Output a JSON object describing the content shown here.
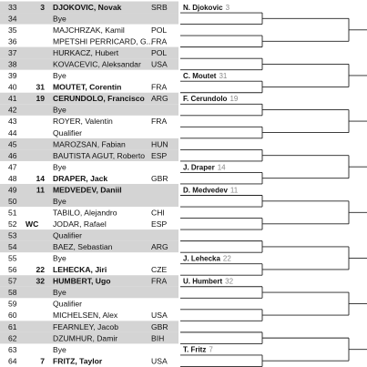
{
  "draw": {
    "rows": [
      {
        "num": "33",
        "seed": "3",
        "entry": "",
        "name": "DJOKOVIC, Novak",
        "country": "SRB",
        "bold": true,
        "shaded": true
      },
      {
        "num": "34",
        "seed": "",
        "entry": "",
        "name": "Bye",
        "country": "",
        "bold": false,
        "shaded": true
      },
      {
        "num": "35",
        "seed": "",
        "entry": "",
        "name": "MAJCHRZAK, Kamil",
        "country": "POL",
        "bold": false,
        "shaded": false
      },
      {
        "num": "36",
        "seed": "",
        "entry": "",
        "name": "MPETSHI PERRICARD, G...",
        "country": "FRA",
        "bold": false,
        "shaded": false
      },
      {
        "num": "37",
        "seed": "",
        "entry": "",
        "name": "HURKACZ, Hubert",
        "country": "POL",
        "bold": false,
        "shaded": true
      },
      {
        "num": "38",
        "seed": "",
        "entry": "",
        "name": "KOVACEVIC, Aleksandar",
        "country": "USA",
        "bold": false,
        "shaded": true
      },
      {
        "num": "39",
        "seed": "",
        "entry": "",
        "name": "Bye",
        "country": "",
        "bold": false,
        "shaded": false
      },
      {
        "num": "40",
        "seed": "31",
        "entry": "",
        "name": "MOUTET, Corentin",
        "country": "FRA",
        "bold": true,
        "shaded": false
      },
      {
        "num": "41",
        "seed": "19",
        "entry": "",
        "name": "CERUNDOLO, Francisco",
        "country": "ARG",
        "bold": true,
        "shaded": true
      },
      {
        "num": "42",
        "seed": "",
        "entry": "",
        "name": "Bye",
        "country": "",
        "bold": false,
        "shaded": true
      },
      {
        "num": "43",
        "seed": "",
        "entry": "",
        "name": "ROYER, Valentin",
        "country": "FRA",
        "bold": false,
        "shaded": false
      },
      {
        "num": "44",
        "seed": "",
        "entry": "",
        "name": "Qualifier",
        "country": "",
        "bold": false,
        "shaded": false
      },
      {
        "num": "45",
        "seed": "",
        "entry": "",
        "name": "MAROZSAN, Fabian",
        "country": "HUN",
        "bold": false,
        "shaded": true
      },
      {
        "num": "46",
        "seed": "",
        "entry": "",
        "name": "BAUTISTA AGUT, Roberto",
        "country": "ESP",
        "bold": false,
        "shaded": true
      },
      {
        "num": "47",
        "seed": "",
        "entry": "",
        "name": "Bye",
        "country": "",
        "bold": false,
        "shaded": false
      },
      {
        "num": "48",
        "seed": "14",
        "entry": "",
        "name": "DRAPER, Jack",
        "country": "GBR",
        "bold": true,
        "shaded": false
      },
      {
        "num": "49",
        "seed": "11",
        "entry": "",
        "name": "MEDVEDEV, Daniil",
        "country": "",
        "bold": true,
        "shaded": true
      },
      {
        "num": "50",
        "seed": "",
        "entry": "",
        "name": "Bye",
        "country": "",
        "bold": false,
        "shaded": true
      },
      {
        "num": "51",
        "seed": "",
        "entry": "",
        "name": "TABILO, Alejandro",
        "country": "CHI",
        "bold": false,
        "shaded": false
      },
      {
        "num": "52",
        "seed": "",
        "entry": "WC",
        "name": "JODAR, Rafael",
        "country": "ESP",
        "bold": false,
        "shaded": false
      },
      {
        "num": "53",
        "seed": "",
        "entry": "",
        "name": "Qualifier",
        "country": "",
        "bold": false,
        "shaded": true
      },
      {
        "num": "54",
        "seed": "",
        "entry": "",
        "name": "BAEZ, Sebastian",
        "country": "ARG",
        "bold": false,
        "shaded": true
      },
      {
        "num": "55",
        "seed": "",
        "entry": "",
        "name": "Bye",
        "country": "",
        "bold": false,
        "shaded": false
      },
      {
        "num": "56",
        "seed": "22",
        "entry": "",
        "name": "LEHECKA, Jiri",
        "country": "CZE",
        "bold": true,
        "shaded": false
      },
      {
        "num": "57",
        "seed": "32",
        "entry": "",
        "name": "HUMBERT, Ugo",
        "country": "FRA",
        "bold": true,
        "shaded": true
      },
      {
        "num": "58",
        "seed": "",
        "entry": "",
        "name": "Bye",
        "country": "",
        "bold": false,
        "shaded": true
      },
      {
        "num": "59",
        "seed": "",
        "entry": "",
        "name": "Qualifier",
        "country": "",
        "bold": false,
        "shaded": false
      },
      {
        "num": "60",
        "seed": "",
        "entry": "",
        "name": "MICHELSEN, Alex",
        "country": "USA",
        "bold": false,
        "shaded": false
      },
      {
        "num": "61",
        "seed": "",
        "entry": "",
        "name": "FEARNLEY, Jacob",
        "country": "GBR",
        "bold": false,
        "shaded": true
      },
      {
        "num": "62",
        "seed": "",
        "entry": "",
        "name": "DZUMHUR, Damir",
        "country": "BIH",
        "bold": false,
        "shaded": true
      },
      {
        "num": "63",
        "seed": "",
        "entry": "",
        "name": "Bye",
        "country": "",
        "bold": false,
        "shaded": false
      },
      {
        "num": "64",
        "seed": "7",
        "entry": "",
        "name": "FRITZ, Taylor",
        "country": "USA",
        "bold": true,
        "shaded": false
      }
    ],
    "round2": [
      {
        "name": "N. Djokovic",
        "seed": "3"
      },
      {
        "name": "",
        "seed": ""
      },
      {
        "name": "",
        "seed": ""
      },
      {
        "name": "C. Moutet",
        "seed": "31"
      },
      {
        "name": "F. Cerundolo",
        "seed": "19"
      },
      {
        "name": "",
        "seed": ""
      },
      {
        "name": "",
        "seed": ""
      },
      {
        "name": "J. Draper",
        "seed": "14"
      },
      {
        "name": "D. Medvedev",
        "seed": "11"
      },
      {
        "name": "",
        "seed": ""
      },
      {
        "name": "",
        "seed": ""
      },
      {
        "name": "J. Lehecka",
        "seed": "22"
      },
      {
        "name": "U. Humbert",
        "seed": "32"
      },
      {
        "name": "",
        "seed": ""
      },
      {
        "name": "",
        "seed": ""
      },
      {
        "name": "T. Fritz",
        "seed": "7"
      }
    ]
  },
  "colors": {
    "row_shade": "#d4d4d4",
    "seed_grey": "#888888",
    "line": "#222222"
  }
}
